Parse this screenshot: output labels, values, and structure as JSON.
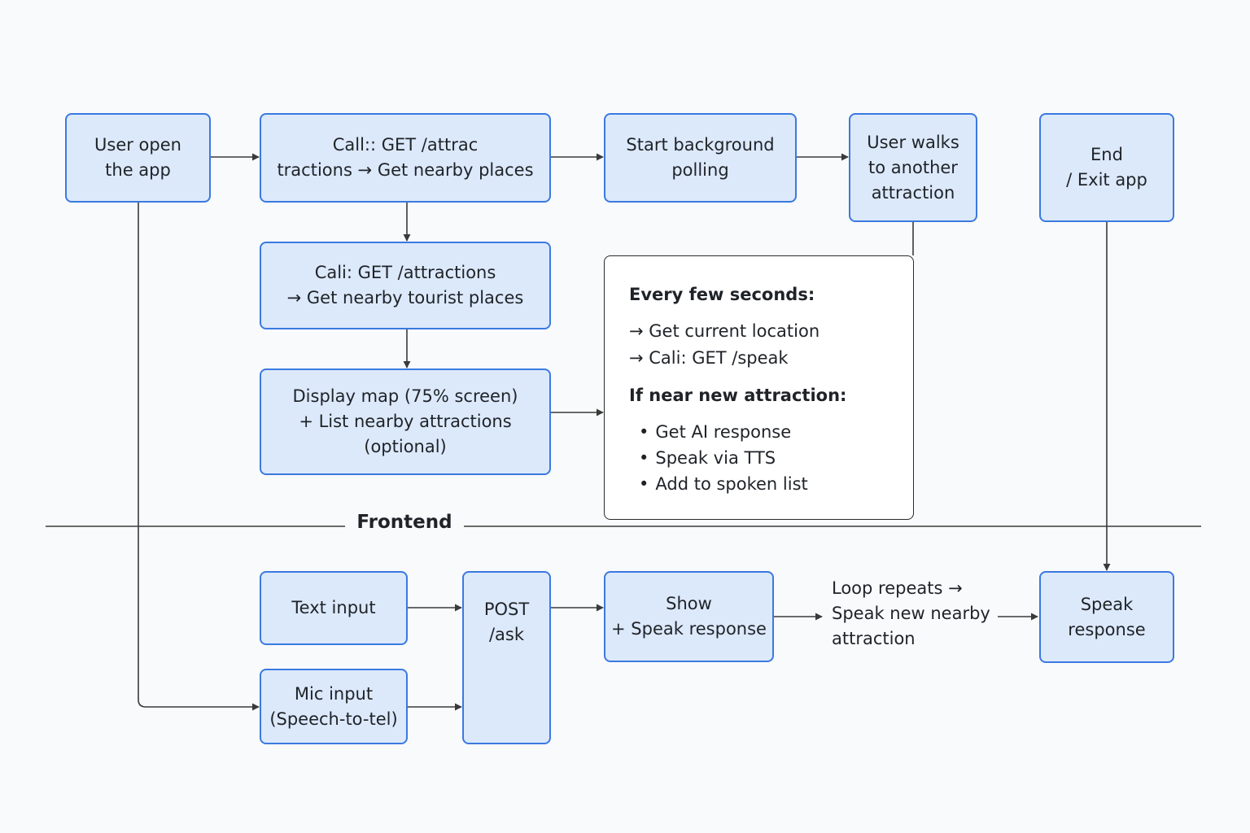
{
  "nodes": {
    "open_app": [
      "User open",
      "the app"
    ],
    "call_attractions_1": [
      "Call:: GET /attrac",
      "tractions → Get nearby places"
    ],
    "start_polling": [
      "Start background",
      "polling"
    ],
    "user_walks": [
      "User walks",
      "to another",
      "attraction"
    ],
    "end_app": [
      "End",
      "/ Exit app"
    ],
    "call_attractions_2": [
      "Cali: GET /attractions",
      "→ Get nearby tourist places"
    ],
    "display_map": [
      "Display map (75% screen)",
      "+ List nearby attractions",
      "(optional)"
    ],
    "text_input": [
      "Text input"
    ],
    "mic_input": [
      "Mic input",
      "(Speech-to-tel)"
    ],
    "post_ask": [
      "POST",
      "/ask"
    ],
    "show_speak": [
      "Show",
      "+ Speak response"
    ],
    "speak_response": [
      "Speak",
      "response"
    ]
  },
  "note": {
    "heading": "Every few seconds:",
    "lines": [
      "→ Get current location",
      "→ Cali: GET /speak"
    ],
    "condition": "If near new attraction:",
    "bullets": [
      "Get AI response",
      "Speak via TTS",
      "Add to spoken  list"
    ]
  },
  "section_label": "Frontend",
  "loop_text": [
    "Loop repeats →",
    "Speak new nearby",
    "attraction"
  ],
  "colors": {
    "node_fill": "#dce9fb",
    "node_border": "#3b79e0",
    "arrow": "#3a3a3a",
    "note_border": "#2a2a2a"
  }
}
